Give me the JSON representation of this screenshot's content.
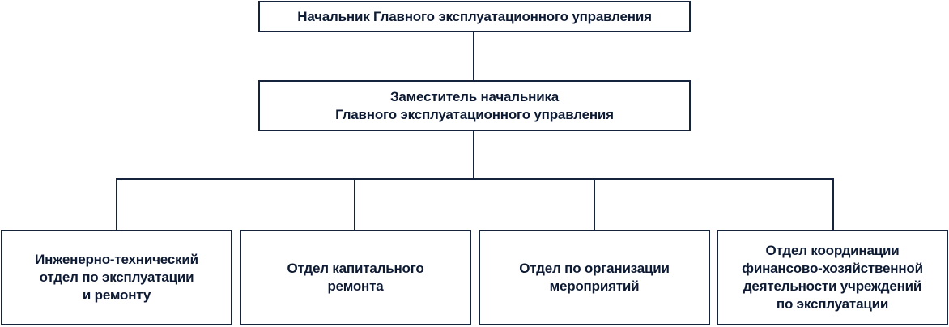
{
  "org_chart": {
    "head": {
      "label": "Начальник Главного эксплуатационного управления"
    },
    "deputy": {
      "label": "Заместитель начальника\nГлавного эксплуатационного управления"
    },
    "departments": [
      {
        "label": "Инженерно-технический\nотдел по эксплуатации\nи ремонту"
      },
      {
        "label": "Отдел капитального\nремонта"
      },
      {
        "label": "Отдел по организации\nмероприятий"
      },
      {
        "label": "Отдел координации\nфинансово-хозяйственной\nдеятельности учреждений\nпо эксплуатации"
      }
    ]
  },
  "colors": {
    "border": "#16233c",
    "text": "#0d1a33",
    "background": "#ffffff"
  }
}
